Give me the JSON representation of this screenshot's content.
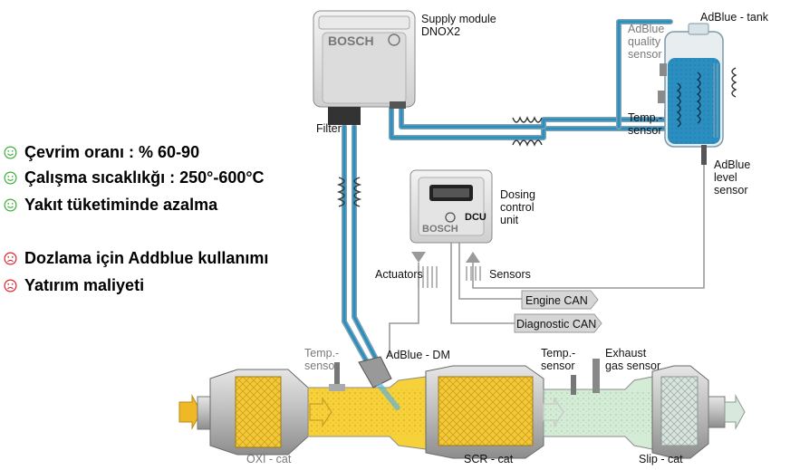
{
  "pros": [
    {
      "text": "Çevrim oranı : % 60-90",
      "icon": "smiley-happy-icon"
    },
    {
      "text": "Çalışma sıcaklıkğı : 250°-600°C",
      "icon": "smiley-happy-icon"
    },
    {
      "text": "Yakıt tüketiminde azalma",
      "icon": "smiley-happy-icon"
    }
  ],
  "cons": [
    {
      "text": "Dozlama için Addblue kullanımı",
      "icon": "smiley-sad-icon"
    },
    {
      "text": "Yatırım maliyeti",
      "icon": "smiley-sad-icon"
    }
  ],
  "colors": {
    "happy": "#3dae3a",
    "sad": "#d9262c",
    "adblue": "#2a8fc0",
    "pipe_outline": "#7a9aa8",
    "exhaust_yellow": "#f7d13a",
    "exhaust_green": "#d4ecd6"
  },
  "labels": {
    "supply_module": "Supply module",
    "supply_module_model": "DNOX2",
    "bosch_brand": "BOSCH",
    "filter": "Filter",
    "adblue_tank": "AdBlue - tank",
    "quality_sensor_1": "AdBlue",
    "quality_sensor_2": "quality",
    "quality_sensor_3": "sensor",
    "tank_temp_1": "Temp.-",
    "tank_temp_2": "sensor",
    "level_sensor_1": "AdBlue",
    "level_sensor_2": "level",
    "level_sensor_3": "sensor",
    "dcu": "DCU",
    "dosing_1": "Dosing",
    "dosing_2": "control",
    "dosing_3": "unit",
    "actuators": "Actuators",
    "sensors": "Sensors",
    "engine_can": "Engine CAN",
    "diagnostic_can": "Diagnostic CAN",
    "exhaust_temp_1_a": "Temp.-",
    "exhaust_temp_1_b": "sensor",
    "adblue_dm": "AdBlue - DM",
    "exhaust_temp_2_a": "Temp.-",
    "exhaust_temp_2_b": "sensor",
    "exhaust_gas_a": "Exhaust",
    "exhaust_gas_b": "gas sensor",
    "oxi_cat": "OXI - cat",
    "scr_cat": "SCR - cat",
    "slip_cat": "Slip - cat"
  }
}
